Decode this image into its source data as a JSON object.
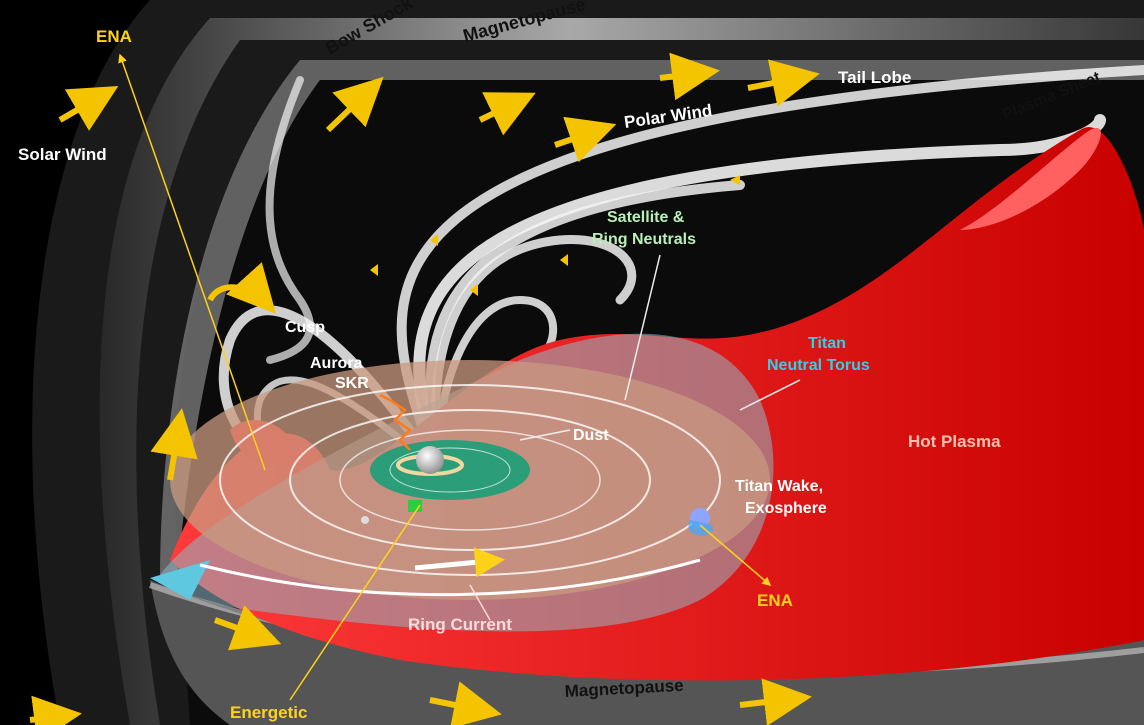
{
  "labels": {
    "bow_shock": "Bow Shock",
    "magnetopause_top": "Magnetopause",
    "magnetopause_bottom": "Magnetopause",
    "ena_top": "ENA",
    "ena_bottom": "ENA",
    "solar_wind": "Solar Wind",
    "tail_lobe": "Tail Lobe",
    "polar_wind": "Polar Wind",
    "plasma_sheet": "Plasma Sheet",
    "satellite_ring_neutrals_1": "Satellite &",
    "satellite_ring_neutrals_2": "Ring Neutrals",
    "titan_torus_1": "Titan",
    "titan_torus_2": "Neutral Torus",
    "cusp": "Cusp",
    "aurora": "Aurora",
    "skr": "SKR",
    "dust": "Dust",
    "hot_plasma": "Hot Plasma",
    "titan_wake_1": "Titan Wake,",
    "titan_wake_2": "Exosphere",
    "ring_current": "Ring Current",
    "energetic": "Energetic"
  },
  "colors": {
    "arrow": "#f5c400",
    "ena": "#ffd21a",
    "neutrals_label": "#b8f0b8",
    "titan_label": "#2fd0e8",
    "hot_plasma_label": "#ffc0b0",
    "ring_current_label": "#ffd8d8",
    "plasma": "#ff1414",
    "torus": "#7fb8c8",
    "dust_disk": "#c99a80"
  }
}
